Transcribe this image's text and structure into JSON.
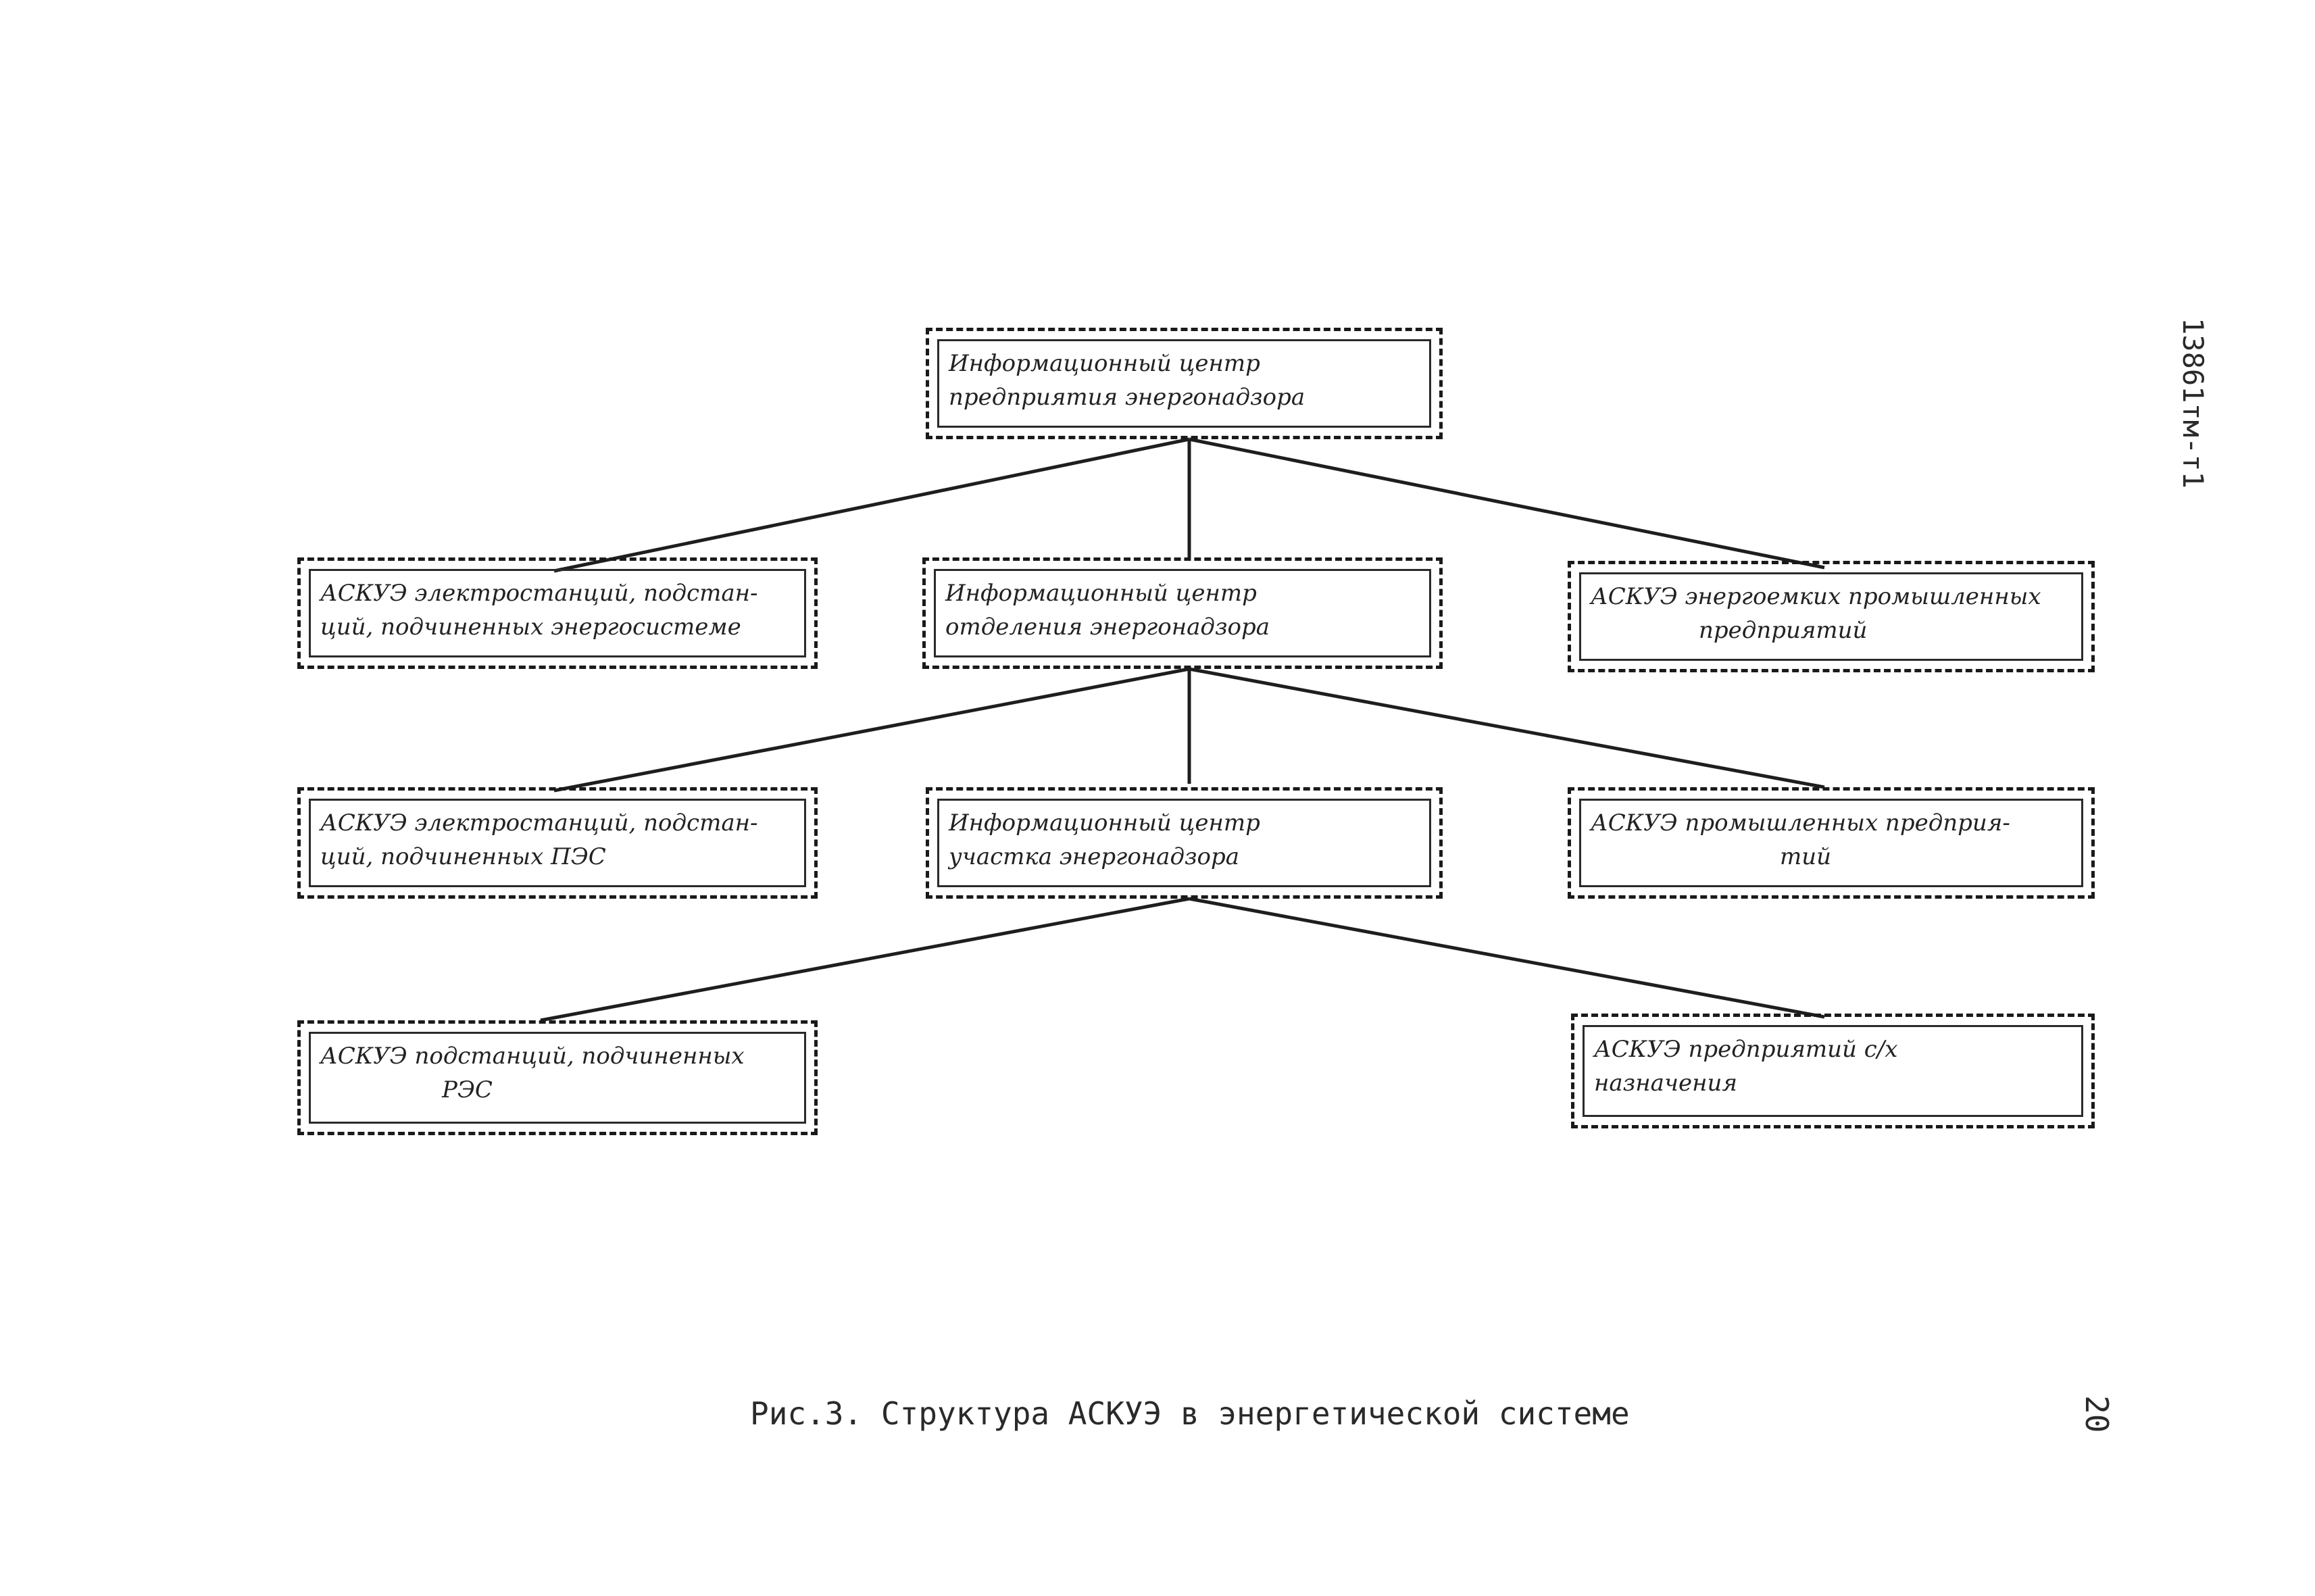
{
  "diagram": {
    "boxes": {
      "center_enterprise": {
        "line1": "Информационный центр",
        "line2": "предприятия энергонадзора"
      },
      "center_department": {
        "line1": "Информационный центр",
        "line2": "отделения энергонадзора"
      },
      "center_section": {
        "line1": "Информационный центр",
        "line2": "участка энергонадзора"
      },
      "askue_power_plants_system": {
        "line1": "АСКУЭ электростанций, подстан-",
        "line2": "ций, подчиненных энергосистеме"
      },
      "askue_industrial_energy_intensive": {
        "line1": "АСКУЭ энергоемких промышленных",
        "line2": "предприятий"
      },
      "askue_power_plants_pes": {
        "line1": "АСКУЭ электростанций, подстан-",
        "line2": "ций, подчиненных ПЭС"
      },
      "askue_industrial": {
        "line1": "АСКУЭ промышленных предприя-",
        "line2": "тий"
      },
      "askue_substations_res": {
        "line1": "АСКУЭ подстанций, подчиненных",
        "line2": "РЭС"
      },
      "askue_agricultural": {
        "line1": "АСКУЭ предприятий с/х",
        "line2": "назначения"
      }
    },
    "caption": "Рис.3. Структура АСКУЭ в энергетической системе",
    "document_code": "13861тм-т1",
    "page_number": "20"
  }
}
